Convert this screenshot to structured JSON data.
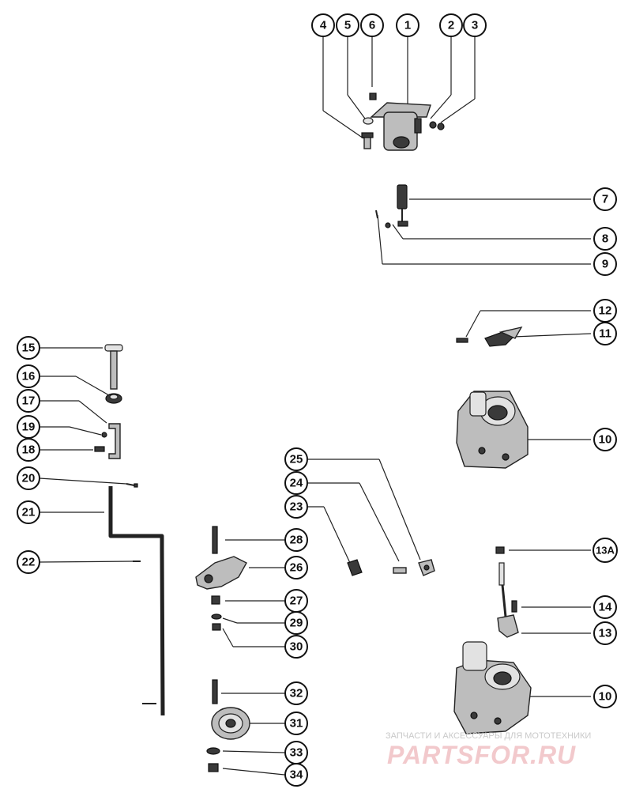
{
  "callouts": {
    "c1": "1",
    "c2": "2",
    "c3": "3",
    "c4": "4",
    "c5": "5",
    "c6": "6",
    "c7": "7",
    "c8": "8",
    "c9": "9",
    "c10a": "10",
    "c10b": "10",
    "c11": "11",
    "c12": "12",
    "c13": "13",
    "c13a": "13A",
    "c14": "14",
    "c15": "15",
    "c16": "16",
    "c17": "17",
    "c18": "18",
    "c19": "19",
    "c20": "20",
    "c21": "21",
    "c22": "22",
    "c23": "23",
    "c24": "24",
    "c25": "25",
    "c26": "26",
    "c27": "27",
    "c28": "28",
    "c29": "29",
    "c30": "30",
    "c31": "31",
    "c32": "32",
    "c33": "33",
    "c34": "34"
  },
  "watermark": {
    "line1": "ЗАПЧАСТИ И АКСЕССУАРЫ ДЛЯ МОТОТЕХНИКИ",
    "line2": "PARTSFOR.RU"
  }
}
